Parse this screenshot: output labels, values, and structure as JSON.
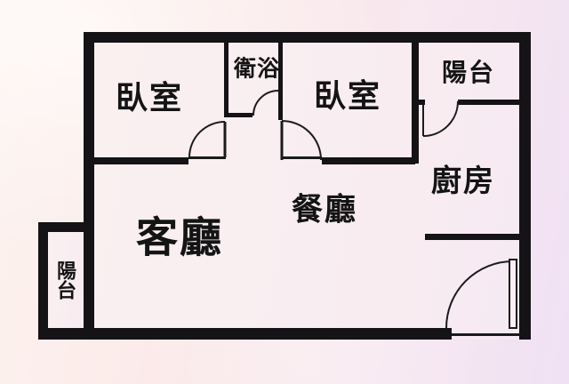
{
  "diagram_type": "apartment-floor-plan",
  "rooms": {
    "bedroom_left": {
      "label": "臥室"
    },
    "bathroom": {
      "label": "衛浴"
    },
    "bedroom_right": {
      "label": "臥室"
    },
    "balcony_top_right": {
      "label": "陽台"
    },
    "kitchen": {
      "label": "廚房"
    },
    "dining": {
      "label": "餐廳"
    },
    "living": {
      "label": "客廳"
    },
    "balcony_bottom_left": {
      "label": "陽台"
    }
  },
  "doors": [
    "bedroom-left-door-arc",
    "bathroom-door-arc",
    "bedroom-right-door-arc",
    "balcony-top-right-door-arc",
    "main-entrance-door-arc"
  ],
  "colors": {
    "wall": "#161316",
    "interior": "#f9eef1",
    "background_left": "#fdf2ee",
    "background_right": "#f0e1f4",
    "text": "#141414"
  }
}
